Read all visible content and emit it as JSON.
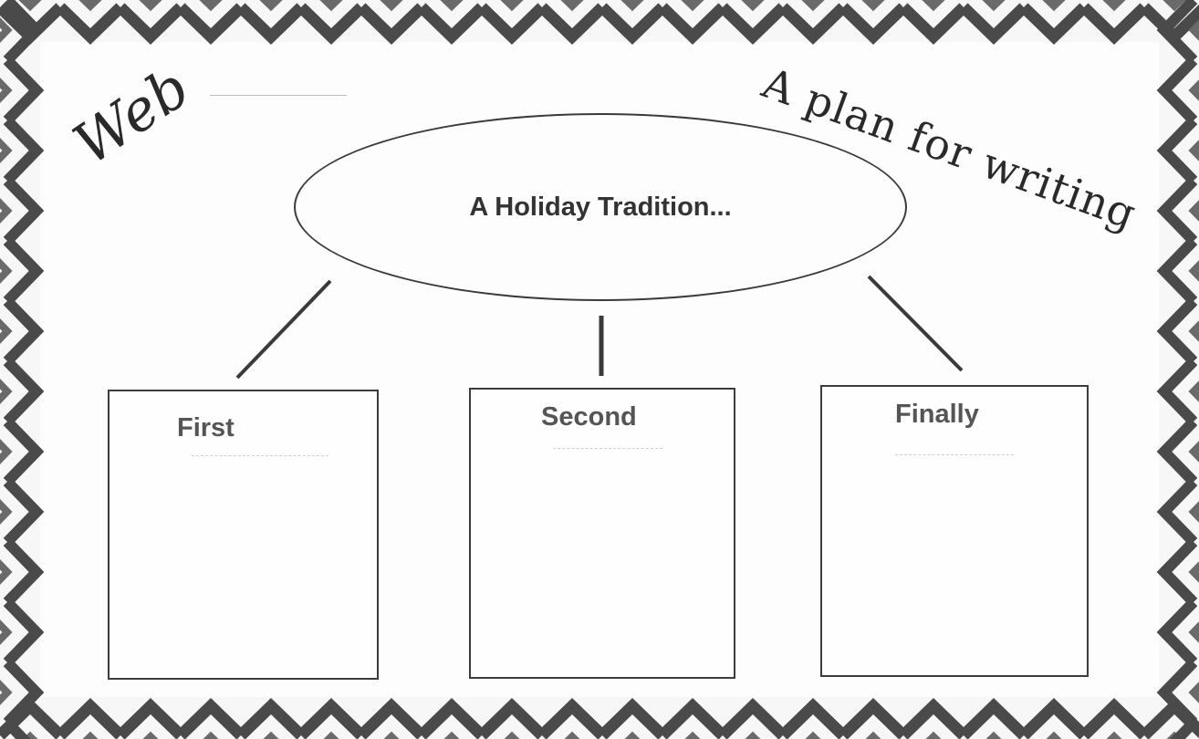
{
  "titles": {
    "left": "Web",
    "right": "A plan for writing"
  },
  "topic": {
    "label": "A Holiday Tradition..."
  },
  "boxes": [
    {
      "label": "First"
    },
    {
      "label": "Second"
    },
    {
      "label": "Finally"
    }
  ],
  "colors": {
    "border_pattern": "#4a4a4a",
    "ink": "#333333",
    "paper": "#fdfdfd"
  }
}
